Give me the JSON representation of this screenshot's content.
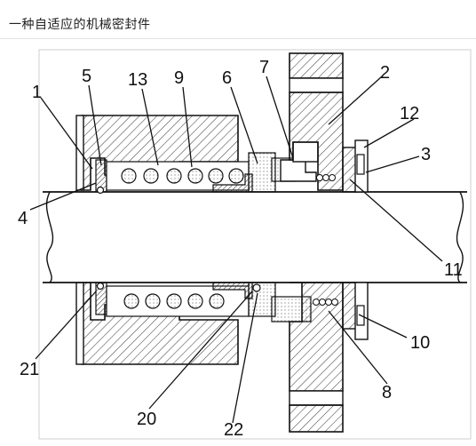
{
  "header": {
    "title": "一种自适应的机械密封件"
  },
  "figure": {
    "callouts": [
      "1",
      "2",
      "3",
      "4",
      "5",
      "6",
      "7",
      "8",
      "9",
      "10",
      "11",
      "12",
      "13",
      "20",
      "21",
      "22"
    ]
  }
}
